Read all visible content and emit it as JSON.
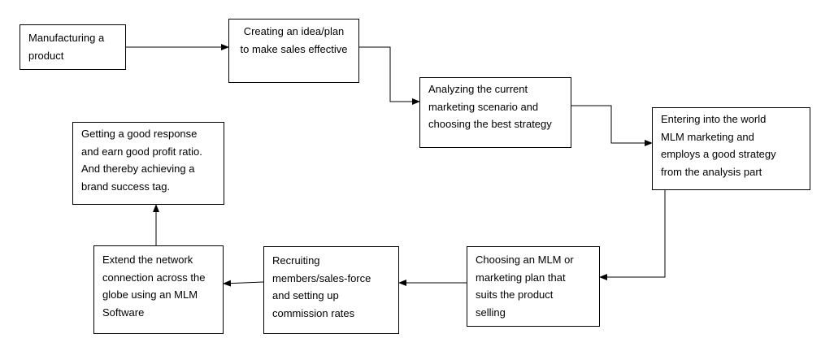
{
  "steps": [
    {
      "id": "manufacturing",
      "text": "Manufacturing a\nproduct"
    },
    {
      "id": "idea-plan",
      "text": "Creating an idea/plan\nto make sales effective"
    },
    {
      "id": "analyzing",
      "text": "Analyzing the current\nmarketing scenario and\nchoosing the best strategy"
    },
    {
      "id": "entering-mlm",
      "text": "Entering into the world\nMLM marketing and\nemploys a good strategy\nfrom the analysis part"
    },
    {
      "id": "choosing-plan",
      "text": "Choosing an MLM or\nmarketing plan that\nsuits the product\nselling"
    },
    {
      "id": "recruiting",
      "text": "Recruiting\nmembers/sales-force\nand setting up\ncommission rates"
    },
    {
      "id": "extend-network",
      "text": "Extend the network\nconnection across the\nglobe using an MLM\nSoftware"
    },
    {
      "id": "good-response",
      "text": "Getting a good response\nand earn good profit ratio.\nAnd thereby achieving a\nbrand success tag."
    }
  ],
  "colors": {
    "line": "#000000",
    "box_border": "#000000",
    "background": "#ffffff"
  }
}
